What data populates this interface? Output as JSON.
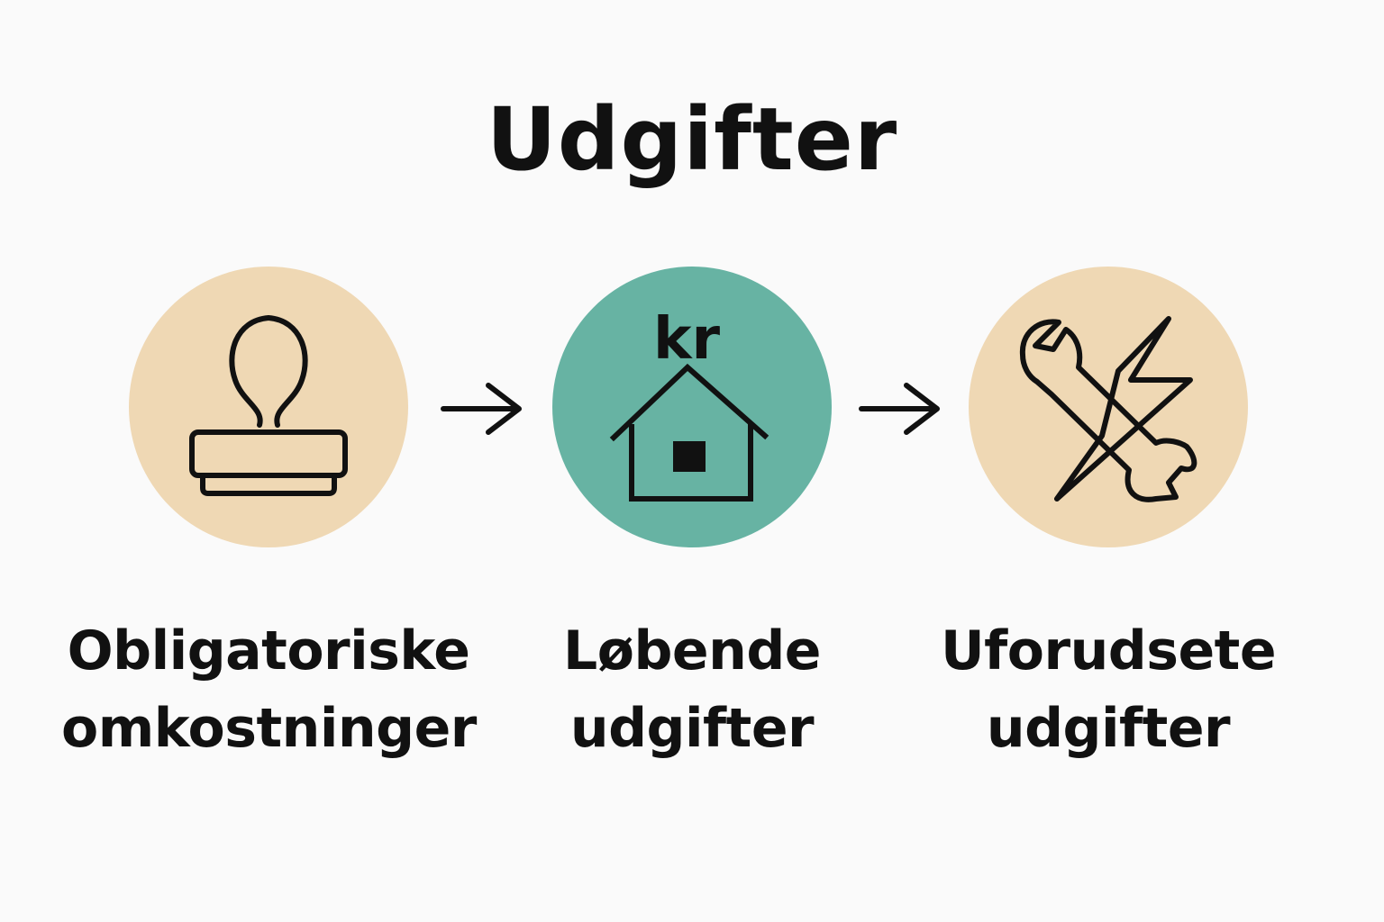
{
  "title": "Udgifter",
  "colors": {
    "beige": "#efd8b4",
    "teal": "#67b3a3",
    "ink": "#111111",
    "background": "#fafafa"
  },
  "steps": [
    {
      "icon": "stamp-icon",
      "circle_color": "#efd8b4",
      "label_line1": "Obligatoriske",
      "label_line2": "omkostninger"
    },
    {
      "icon": "house-icon",
      "circle_color": "#67b3a3",
      "icon_text": "kr",
      "label_line1": "Løbende",
      "label_line2": "udgifter"
    },
    {
      "icon": "wrench-lightning-icon",
      "circle_color": "#efd8b4",
      "label_line1": "Uforudsete",
      "label_line2": "udgifter"
    }
  ],
  "connectors": [
    "arrow-right-icon",
    "arrow-right-icon"
  ]
}
